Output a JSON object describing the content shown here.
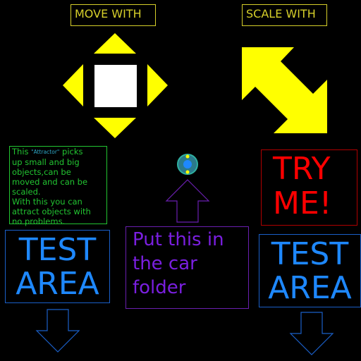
{
  "labels": {
    "move_with": "MOVE WITH",
    "scale_with": "SCALE WITH"
  },
  "attractor_info": {
    "prefix": "This",
    "tag": "\"Attractor\"",
    "line_1_rest": "picks",
    "line_2": "up small and big",
    "line_3": "objects,can be",
    "line_4": "moved and can be",
    "line_5": "scaled.",
    "line_6": "With this you can",
    "line_7": "attract objects with",
    "line_8": "no problems."
  },
  "try_me": {
    "line_1": "TRY",
    "line_2": "ME!"
  },
  "test_area_left": {
    "line_1": "TEST",
    "line_2": "AREA"
  },
  "test_area_right": {
    "line_1": "TEST",
    "line_2": "AREA"
  },
  "car_folder": {
    "line_1": "Put this in",
    "line_2": "the car",
    "line_3": "folder"
  },
  "icons": {
    "move": "move-arrows-icon",
    "scale": "diagonal-resize-icon",
    "attractor": "attractor-orb-icon"
  },
  "colors": {
    "background": "#000000",
    "yellow": "#ffff00",
    "label_yellow": "#d6cf2a",
    "green": "#22c431",
    "red": "#ff0000",
    "blue": "#1e88ff",
    "purple": "#7a1fe0"
  }
}
